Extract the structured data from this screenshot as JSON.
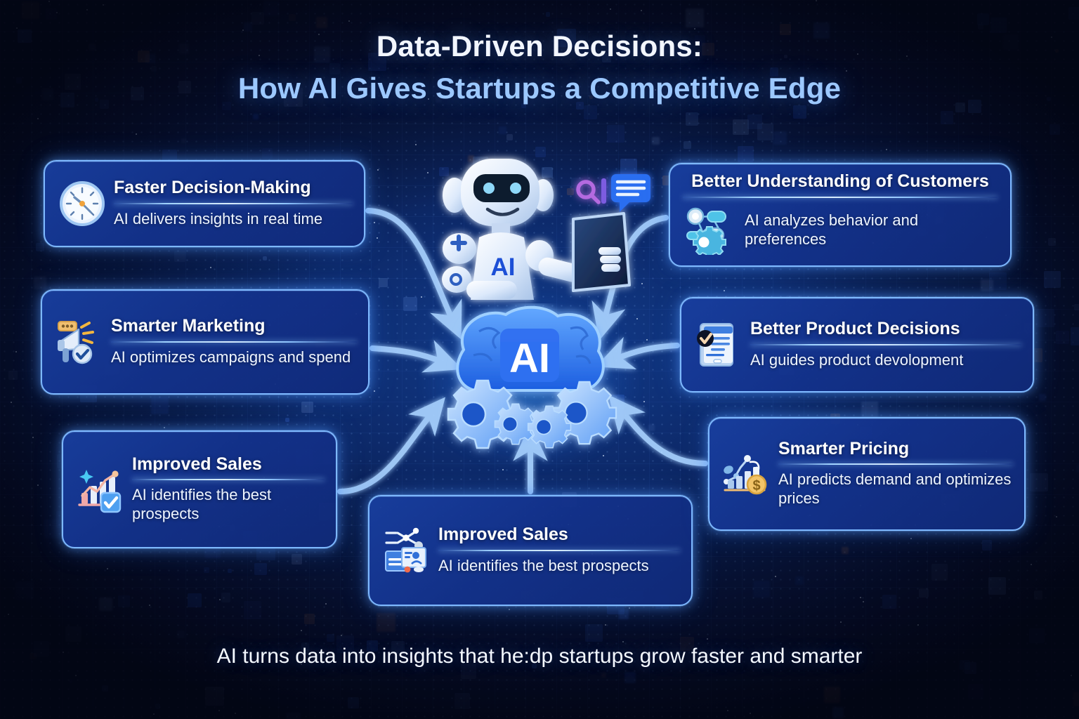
{
  "title": {
    "line1": "Data-Driven Decisions:",
    "line2": "How AI Gives Startups a Competitive Edge"
  },
  "center": {
    "brain_label": "AI",
    "robot_chest_label": "AI",
    "robot_icon": "robot-assistant-icon",
    "search_icon": "search-icon",
    "chat_icon": "chat-bubble-icon",
    "tablet_icon": "tablet-icon",
    "brain_icon": "brain-icon",
    "gears_icon": "gears-icon"
  },
  "cards": [
    {
      "id": "faster",
      "icon": "clock-icon",
      "title": "Faster Decision-Making",
      "desc": "AI delivers insights in real time"
    },
    {
      "id": "marketing",
      "icon": "megaphone-icon",
      "title": "Smarter Marketing",
      "desc": "AI optimizes campaigns and spend"
    },
    {
      "id": "sales-left",
      "icon": "bar-chart-growth-icon",
      "title": "Improved Sales",
      "desc": "AI identifies the best prospects"
    },
    {
      "id": "bottom-sales",
      "icon": "network-dashboard-icon",
      "title": "Improved Sales",
      "desc": "AI identifies the best prospects"
    },
    {
      "id": "customers",
      "icon": "network-gear-icon",
      "title": "Better Understanding of Customers",
      "desc": "AI analyzes behavior and preferences"
    },
    {
      "id": "product",
      "icon": "tablet-checklist-icon",
      "title": "Better Product Decisions",
      "desc": "AI guides product devolopment"
    },
    {
      "id": "pricing",
      "icon": "dollar-chart-icon",
      "title": "Smarter Pricing",
      "desc": "AI predicts demand and optimizes prices"
    }
  ],
  "caption": "AI turns data into insights that he:dp startups grow faster and smarter",
  "colors": {
    "background_deep": "#0a0e27",
    "background_mid": "#123c8c",
    "card_fill": "#183e9e",
    "card_border": "#7db8ff",
    "title_primary": "#f2f6ff",
    "title_accent": "#9cc8ff",
    "arrow": "#a8d2ff",
    "accent_cyan": "#4ec3ff",
    "accent_gold": "#f5c15a"
  }
}
